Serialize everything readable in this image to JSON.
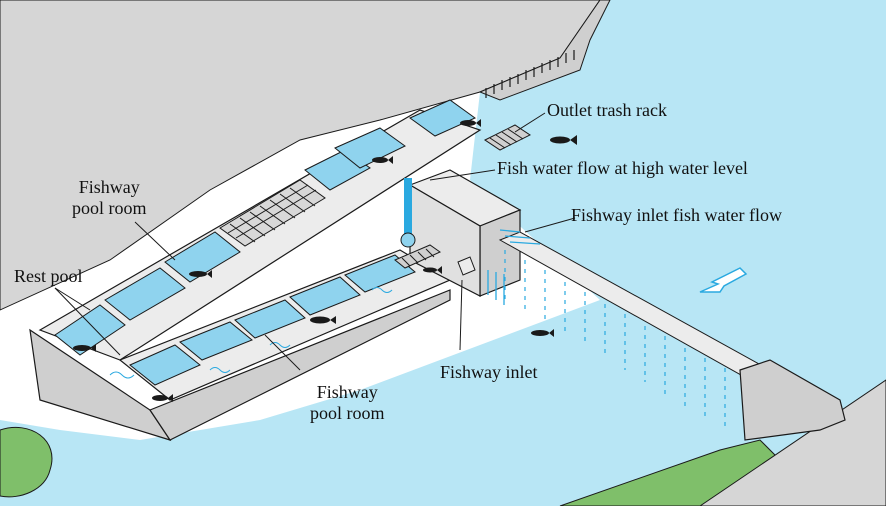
{
  "labels": {
    "outlet_trash_rack": "Outlet trash rack",
    "fish_water_flow_high": "Fish water flow at high water level",
    "fishway_pool_room_upper": {
      "line1": "Fishway",
      "line2": "pool room"
    },
    "fishway_inlet_fish_water_flow": "Fishway inlet fish water flow",
    "rest_pool": "Rest pool",
    "fishway_inlet": "Fishway inlet",
    "fishway_pool_room_lower": {
      "line1": "Fishway",
      "line2": "pool room"
    }
  },
  "colors": {
    "water": "#b8e6f5",
    "water_deep": "#8fd3ee",
    "flow": "#2aa9e0",
    "ground": "#d6d6d6",
    "grass": "#7fbf6a",
    "concrete_top": "#ececec",
    "concrete_side": "#cfcfcf",
    "outline": "#1a1a1a"
  },
  "icons": [
    "fish-icon",
    "flow-arrow-icon",
    "trash-rack-icon",
    "fishway-inlet-icon"
  ]
}
